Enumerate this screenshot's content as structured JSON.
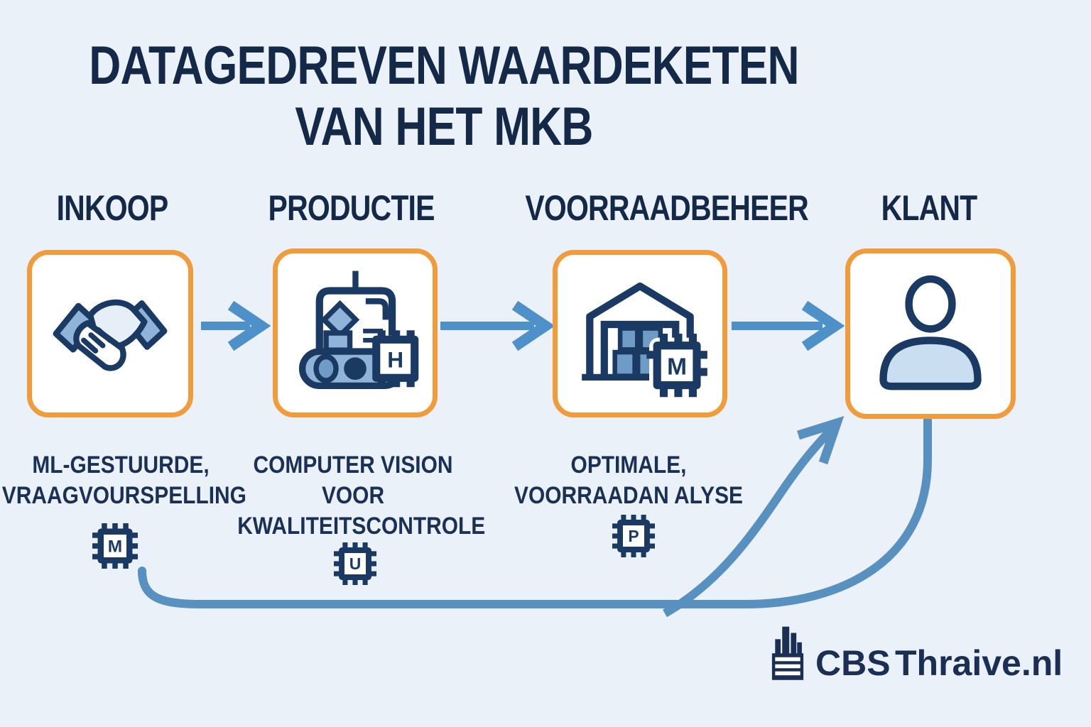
{
  "title": {
    "line1": "DATAGEDREVEN WAARDEKETEN",
    "line2": "VAN HET MKB"
  },
  "stages": [
    {
      "label": "INKOOP",
      "icon": "handshake-icon",
      "description_lines": [
        "ML-GESTUURDE,",
        "VRAAGVOURSPELLING"
      ],
      "chip_letter": "M"
    },
    {
      "label": "PRODUCTIE",
      "icon": "conveyor-machine-icon",
      "icon_chip_letter": "H",
      "description_lines": [
        "COMPUTER VISION",
        "VOOR",
        "KWALITEITSCONTROLE"
      ],
      "chip_letter": "U"
    },
    {
      "label": "VOORRAADBEHEER",
      "icon": "warehouse-icon",
      "icon_chip_letter": "M",
      "description_lines": [
        "OPTIMALE,",
        "VOORRAADAN ALYSE"
      ],
      "chip_letter": "P"
    },
    {
      "label": "KLANT",
      "icon": "person-icon"
    }
  ],
  "footer": {
    "brand_cbs": "CBS",
    "brand_thraive": "Thraive.nl"
  },
  "colors": {
    "background": "#EAF1F8",
    "navy_text": "#142848",
    "icon_navy": "#1B3A63",
    "box_border_orange": "#F09B3C",
    "arrow_blue": "#4E91C8",
    "loop_blue": "#5890BF",
    "icon_light_blue": "#8FB3D9",
    "icon_medium_blue": "#6F9CC6",
    "icon_pale_blue": "#CADEF1"
  }
}
